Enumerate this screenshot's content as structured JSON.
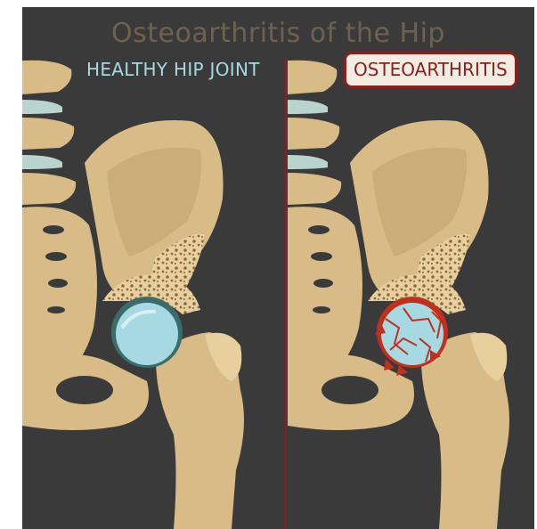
{
  "title": "Osteoarthritis of the Hip",
  "left_panel": {
    "label": "HEALTHY HIP JOINT"
  },
  "right_panel": {
    "label": "OSTEOARTHRITIS"
  },
  "colors": {
    "background": "#3a3a3a",
    "bone": "#d8bb86",
    "bone_shadow": "#c4a46e",
    "spongy_bone": "#8a6a45",
    "cartilage": "#a7d9e2",
    "inflammation": "#c0301f",
    "divider": "#8a1f1f",
    "title": "#6f6150"
  }
}
